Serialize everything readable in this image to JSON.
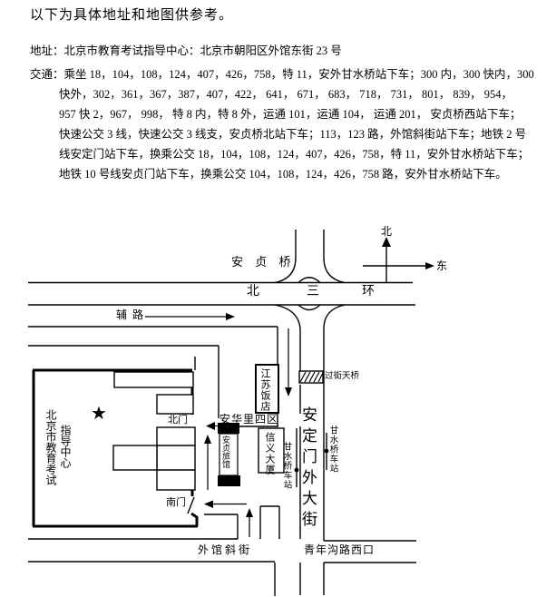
{
  "doc": {
    "title": "以下为具体地址和地图供参考。",
    "address_line": "地址：北京市教育考试指导中心：北京市朝阳区外馆东街 23 号",
    "transport_lines": [
      "交通：乘坐 18，104，108，124，407，426，758，特 11，安外甘水桥站下车；300 内，300 快内，300",
      "快外，302，361，367，387，407，422， 641， 671， 683， 718， 731， 801， 839， 954，",
      "957 快 2，967， 998， 特 8 内，特 8 外，运通 101，运通 104， 运通 201， 安贞桥西站下车；",
      "快速公交 3 线，快速公交 3 线支，安贞桥北站下车；113，123 路，外馆斜街站下车；地铁 2 号",
      "线安定门站下车，换乘公交 18，104，108，124，407，426，758，特 11，安外甘水桥站下车；",
      "地铁 10 号线安贞门站下车，换乘公交 104，108，124，426，758 路，安外甘水桥站下车。"
    ]
  },
  "map": {
    "anzhen_bridge": "安 贞 桥",
    "ring_bei": "北",
    "ring_san": "三",
    "ring_huan": "环",
    "service_road": "辅  路",
    "compass_north": "北",
    "compass_east": "东",
    "anhuali_block": "安华里四区",
    "north_gate": "北门",
    "south_gate": "南门",
    "waiguan_street": "外馆斜街",
    "qingniangou": "青年沟路西口",
    "andingmen_street": "安定门外大街",
    "bus_stop_left": "甘水桥车站",
    "bus_stop_right": "甘水桥车站",
    "jiangsu_hotel": "江苏饭店",
    "xinyi_building": "信义大厦",
    "anzhen_hotel": "安贞旅馆",
    "overpass": "过街天桥",
    "center_name_col1": "北京市教育考试",
    "center_name_col2": "指导中心",
    "star": "★"
  },
  "colors": {
    "ink": "#000000",
    "background": "#ffffff"
  }
}
